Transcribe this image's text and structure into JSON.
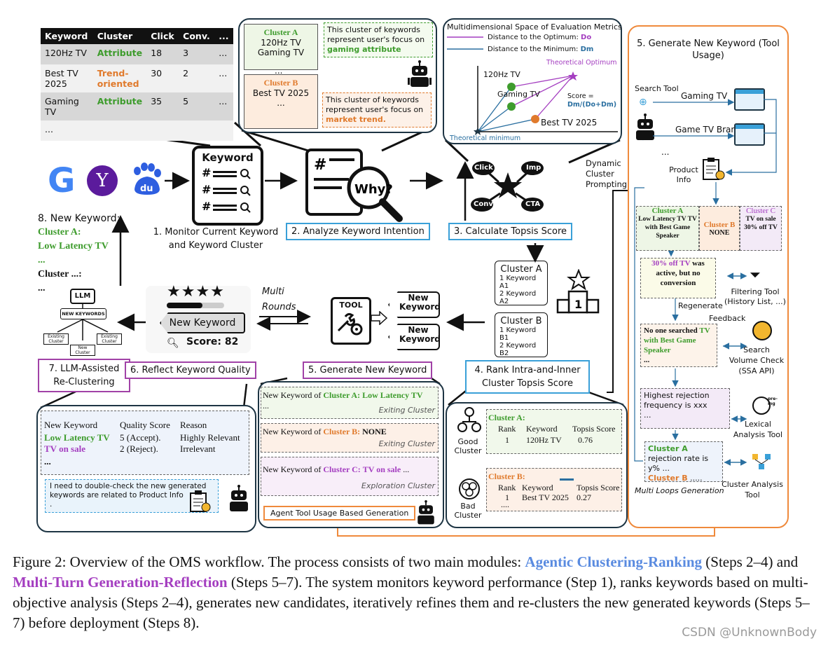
{
  "table": {
    "headers": [
      "Keyword",
      "Cluster",
      "Click",
      "Conv.",
      "..."
    ],
    "rows": [
      [
        "120Hz TV",
        "Attribute",
        "18",
        "3",
        "..."
      ],
      [
        "Best TV 2025",
        "Trend-oriented",
        "30",
        "2",
        "..."
      ],
      [
        "Gaming TV",
        "Attribute",
        "35",
        "5",
        "..."
      ],
      [
        "...",
        "",
        "",
        "",
        ""
      ]
    ]
  },
  "clusters_panel": {
    "clusterA_title": "Cluster A",
    "clusterA_items": [
      "120Hz TV",
      "Gaming TV"
    ],
    "clusterA_dots": "...",
    "clusterB_title": "Cluster B",
    "clusterB_items": [
      "Best TV 2025"
    ],
    "clusterB_dots": "...",
    "bubbleA_text": "This cluster of keywords represent user's focus on",
    "bubbleA_highlight": "gaming attribute",
    "bubbleB_text": "This cluster of keywords represent user's focus on",
    "bubbleB_highlight": "market trend."
  },
  "metrics": {
    "title": "Multidimensional Space of Evaluation Metrics",
    "legend_do": "Distance to the Optimum:",
    "legend_do_sym": "Do",
    "legend_dm": "Distance to the Minimum:",
    "legend_dm_sym": "Dm",
    "theoretical_optimum": "Theoretical Optimum",
    "theoretical_minimum": "Theoretical minimum",
    "point1": "120Hz TV",
    "point2": "Gaming TV",
    "point3": "Best TV 2025",
    "score_label": "Score =",
    "score_formula": "Dm/(Do+Dm)"
  },
  "steps": {
    "s1": "1. Monitor Current Keyword and Keyword Cluster",
    "s2": "2. Analyze Keyword Intention",
    "s3": "3. Calculate Topsis Score",
    "s4": "4. Rank Intra-and-Inner Cluster Topsis Score",
    "s5": "5. Generate New Keyword",
    "s5b": "5. Generate New Keyword (Tool Usage)",
    "s6": "6. Reflect Keyword Quality",
    "s7": "7. LLM-Assisted Re-Clustering",
    "s8": "8. New Keyword:"
  },
  "keyword_card": {
    "title": "Keyword"
  },
  "why_text": "Why?",
  "radar": {
    "click": "Click",
    "imp": "Imp",
    "conv": "Conv",
    "cta": "CTA"
  },
  "dynamic_prompting": "Dynamic Cluster Prompting",
  "rank_box": {
    "a_title": "Cluster A",
    "a_rows": [
      "1 Keyword A1",
      "2 Keyword A2"
    ],
    "b_title": "Cluster B",
    "b_rows": [
      "1 Keyword B1",
      "2 Keyword B2"
    ],
    "podium": "1"
  },
  "tool": {
    "label": "TOOL",
    "new1": "New Keyword",
    "new2": "New Keyword"
  },
  "multi_rounds": "Multi Rounds",
  "score_card": {
    "stars": "★★★★",
    "new_keyword": "New Keyword",
    "score": "Score: 82"
  },
  "llm_tree": {
    "llm": "LLM",
    "root": "NEW KEYWORDS",
    "leaf1": "Existing Cluster",
    "leaf2": "New Cluster",
    "leaf3": "Existing Cluster"
  },
  "new_kw_list": {
    "a_label": "Cluster A:",
    "a_value": "Low Latency TV",
    "dots": "...",
    "other": "Cluster ...:",
    "dots2": "..."
  },
  "reflect_panel": {
    "headers": [
      "New Keyword",
      "Quality Score",
      "Reason"
    ],
    "row1": [
      "Low Latency TV",
      "5 (Accept).",
      "Highly Relevant"
    ],
    "row2": [
      "TV on sale",
      "2 (Reject).",
      "Irrelevant"
    ],
    "dots": "...",
    "bubble": "I need to double-check the new generated keywords are related to Product Info",
    "bubble_dot": "."
  },
  "generate_panel": {
    "row1_prefix": "New Keyword of",
    "row1_cluster": "Cluster A:",
    "row1_value": "Low Latency TV",
    "row1_dots": "...",
    "row1_tag": "Exiting Cluster",
    "row2_prefix": "New Keyword of",
    "row2_cluster": "Cluster B:",
    "row2_value": "NONE",
    "row2_tag": "Exiting Cluster",
    "row3_prefix": "New Keyword of",
    "row3_cluster": "Cluster C:",
    "row3_value": "TV on sale",
    "row3_dots": "...",
    "row3_tag": "Exploration Cluster",
    "footer": "Agent Tool Usage Based Generation"
  },
  "rank_panel": {
    "good": "Good Cluster",
    "bad": "Bad Cluster",
    "a_title": "Cluster A:",
    "headers": [
      "Rank",
      "Keyword",
      "Topsis Score"
    ],
    "a_row": [
      "1",
      "120Hz TV",
      "0.76"
    ],
    "b_title": "Cluster B:",
    "b_row": [
      "1",
      "Best TV 2025",
      "0.27"
    ],
    "dots": "...."
  },
  "right_panel": {
    "search_tool": "Search Tool",
    "q1": "Gaming TV",
    "q2": "Game TV Brand",
    "dots": "...",
    "product_info": "Product Info",
    "ca_title": "Cluster A",
    "ca_body": "Low Latency TV TV with Best Game Speaker",
    "cb_title": "Cluster B",
    "cb_body": "NONE",
    "cc_title": "Cluster C",
    "cc_body": "TV on sale 30% off TV",
    "fb1_highlight": "30% off TV",
    "fb1_rest": "was active, but no conversion",
    "regenerate": "Regenerate",
    "feedback": "Feedback",
    "filter_tool": "Filtering Tool (History List, ...)",
    "fb2_pre": "No one searched",
    "fb2_highlight": "TV with Best Game Speaker",
    "fb2_dots": "...",
    "ssa_tool": "Search Volume Check (SSA API)",
    "fb3_text": "Highest rejection frequency is xxx",
    "fb3_dots": "...",
    "lexical_tool": "Lexical Analysis Tool",
    "pre_ing": "pre-ing",
    "fb4_a": "Cluster A",
    "fb4_a_rest": "rejection rate is y% ...",
    "fb4_b": "Cluster B",
    "fb4_b_rest": ".....",
    "cluster_tool": "Cluster Analysis Tool",
    "multi_loops": "Multi Loops Generation"
  },
  "caption": {
    "p1": "Figure 2: Overview of the OMS workflow. The process consists of two main modules: ",
    "h1": "Agentic Clustering-Ranking",
    "p2": " (Steps 2–4) and ",
    "h2": "Multi-Turn Generation-Reflection",
    "p3": " (Steps 5–7). The system monitors keyword performance (Step 1), ranks keywords based on multi-objective analysis (Steps 2–4), generates new candidates, iteratively refines them and re-clusters the new generated keywords (Steps 5–7) before deployment (Steps 8)."
  },
  "watermark": "CSDN @UnknownBody",
  "colors": {
    "green": "#3e9c2d",
    "orange": "#e07a2c",
    "purple": "#a43ec0",
    "blue_step": "#3aa0d8",
    "purple_step": "#a142a7",
    "frame": "#1e3544",
    "right_frame": "#ef8a3c"
  }
}
